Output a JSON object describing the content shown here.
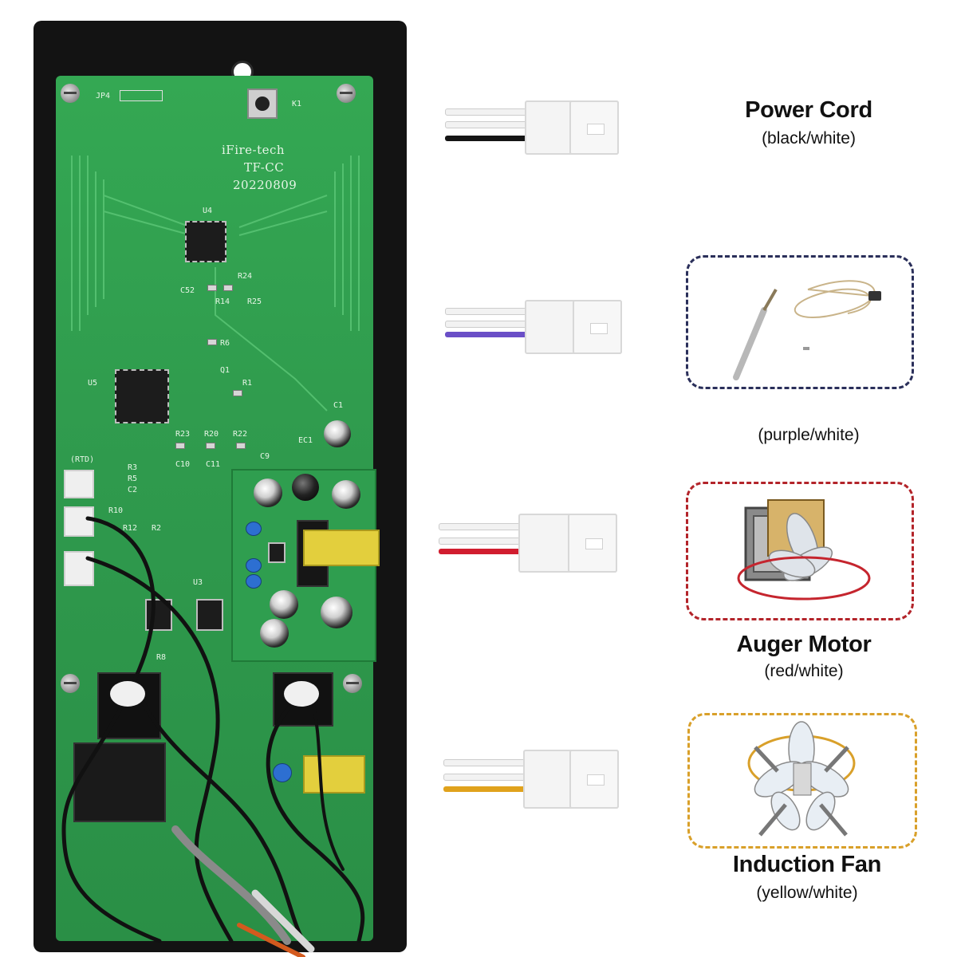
{
  "board": {
    "brand_silk": "iFire-tech",
    "model_silk": "TF-CC",
    "date_silk": "20220809",
    "component_refs": [
      "JP4",
      "K1",
      "U4",
      "R24",
      "C52",
      "R14",
      "R25",
      "R6",
      "Q1",
      "R1",
      "U5",
      "C1",
      "EC1",
      "R23",
      "R20",
      "R22",
      "C10",
      "C11",
      "C9",
      "(RTD)",
      "R3",
      "R5",
      "C2",
      "R10",
      "R12",
      "R2",
      "U3",
      "R8"
    ]
  },
  "wires": [
    {
      "id": "power",
      "colors": [
        "#ffffff",
        "#ffffff",
        "#151515"
      ]
    },
    {
      "id": "probe",
      "colors": [
        "#ffffff",
        "#ffffff",
        "#6a4fc7"
      ]
    },
    {
      "id": "auger",
      "colors": [
        "#ffffff",
        "#ffffff",
        "#d11d2f"
      ]
    },
    {
      "id": "fan",
      "colors": [
        "#ffffff",
        "#ffffff",
        "#e0a21c"
      ]
    }
  ],
  "labels": {
    "power_cord": {
      "title": "Power Cord",
      "sub": "(black/white)"
    },
    "probe": {
      "sub": "(purple/white)"
    },
    "auger_motor": {
      "title": "Auger Motor",
      "sub": "(red/white)"
    },
    "induction_fan": {
      "title": "Induction Fan",
      "sub": "(yellow/white)"
    }
  },
  "frame_colors": {
    "probe_box": "#2a2f5a",
    "auger_box": "#b3242a",
    "fan_box": "#d9a02a"
  },
  "icons": [
    "temperature-probe-icon",
    "auger-motor-icon",
    "induction-fan-icon"
  ]
}
